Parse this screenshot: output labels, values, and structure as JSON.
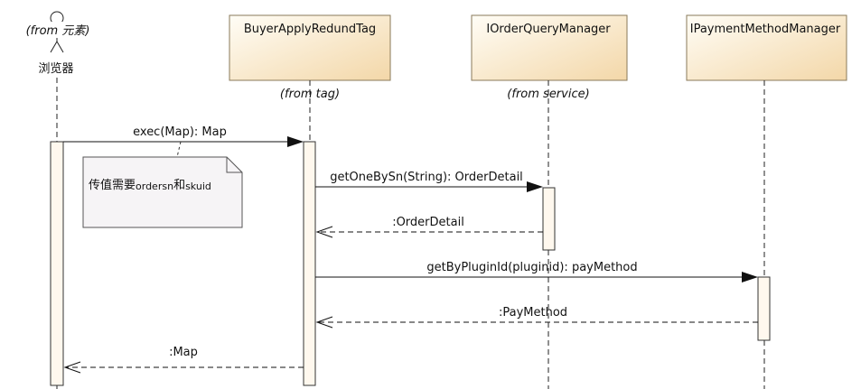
{
  "actor": {
    "stereotype": "(from 元素)",
    "name": "浏览器"
  },
  "participants": [
    {
      "name": "BuyerApplyRedundTag",
      "from": "(from tag)"
    },
    {
      "name": "IOrderQueryManager",
      "from": "(from service)"
    },
    {
      "name": "IPaymentMethodManager",
      "from": ""
    }
  ],
  "messages": [
    {
      "label": "exec(Map): Map"
    },
    {
      "label": "getOneBySn(String): OrderDetail"
    },
    {
      "label": ":OrderDetail"
    },
    {
      "label": "getByPluginId(pluginid): payMethod"
    },
    {
      "label": ":PayMethod"
    },
    {
      "label": ":Map"
    }
  ],
  "note": {
    "text_main": "传值需要",
    "text_a": "ordersn",
    "text_join": "和",
    "text_b": "skuid"
  },
  "colors": {
    "box_gradient_top": "#fffdf6",
    "box_gradient_bottom": "#f3d7a8",
    "activation_fill": "#fff8ee",
    "note_fill": "#f6f4f6"
  }
}
